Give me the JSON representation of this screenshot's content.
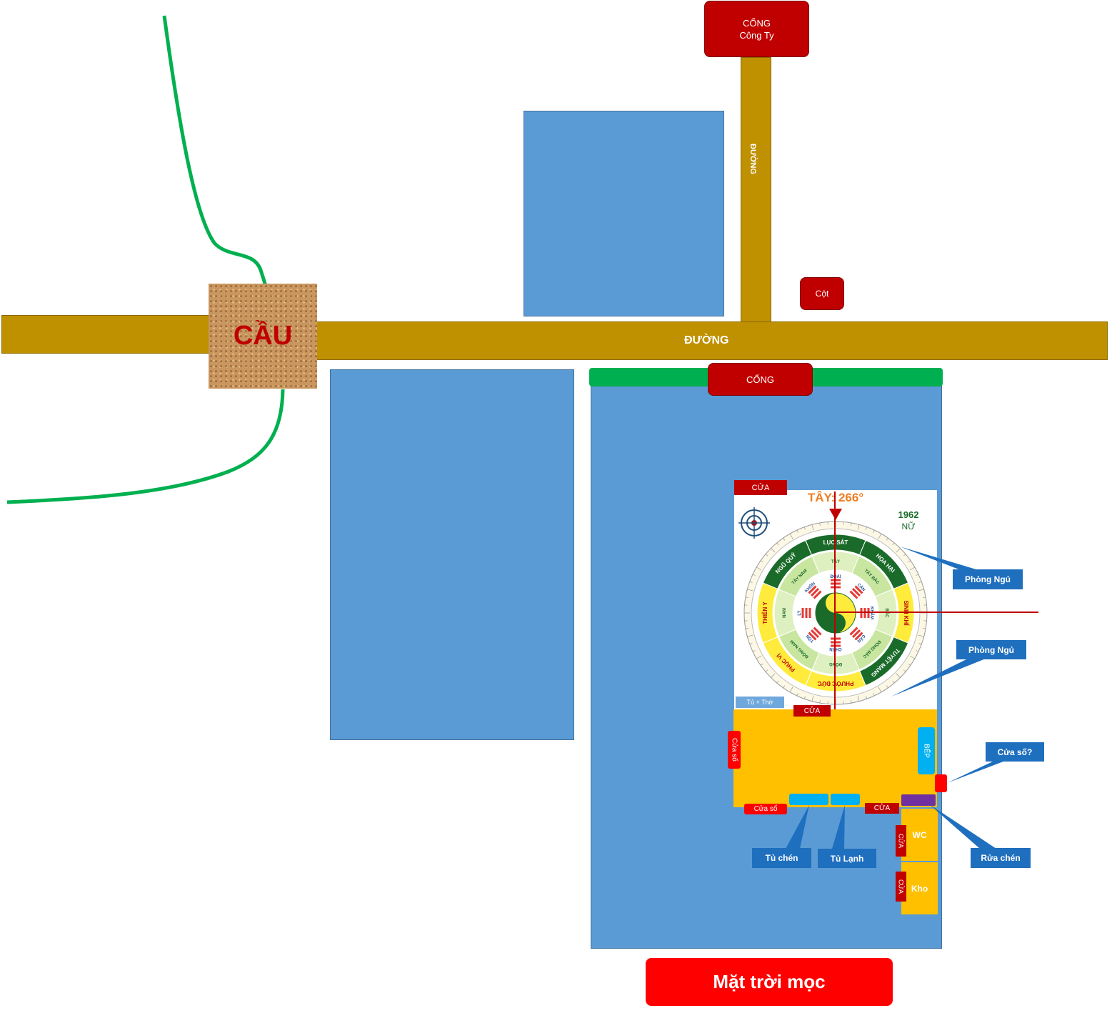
{
  "gate_company": {
    "line1": "CỔNG",
    "line2": "Công Ty"
  },
  "road_vertical_label": "ĐƯỜNG",
  "road_main_label": "ĐƯỜNG",
  "bridge_label": "CẦU",
  "pillar_label": "Cột",
  "gate_main_label": "CỔNG",
  "sunrise_label": "Mặt trời mọc",
  "compass": {
    "heading": "TÂY: 266°",
    "birth_year": "1962",
    "gender": "NỮ",
    "sectors": [
      "LỤC SÁT",
      "HỌA HẠI",
      "SINH KHÍ",
      "TUYỆT MẠNG",
      "PHƯỚC ĐỨC",
      "PHỤC VỊ",
      "THIÊN Y",
      "NGŨ QUỶ"
    ],
    "trigrams": [
      "ĐOÀI",
      "CÀN",
      "KHẢM",
      "CẤN",
      "CHẤN",
      "TỐN",
      "LY",
      "KHÔN"
    ],
    "directions": [
      "TÂY",
      "TÂY BẮC",
      "BẮC",
      "ĐÔNG BẮC",
      "ĐÔNG",
      "ĐÔNG NAM",
      "NAM",
      "TÂY NAM"
    ]
  },
  "rooms": {
    "door_top": "CỬA",
    "altar_cabinet": "Tủ + Thờ",
    "door_kitchen": "CỬA",
    "window_left": "Cửa sổ",
    "window_bottom": "Cửa sổ",
    "stove": "BẾP",
    "door_bottom_right": "CỬA",
    "wc": "WC",
    "wc_door": "CỬA",
    "storage": "Kho",
    "storage_door": "CỬA"
  },
  "callouts": {
    "bedroom1": "Phòng Ngủ",
    "bedroom2": "Phòng Ngủ",
    "window_q": "Cửa số?",
    "dish_cabinet": "Tủ chén",
    "fridge": "Tủ Lạnh",
    "dish_washing": "Rửa chén"
  },
  "colors": {
    "road": "#bf9000",
    "block": "#5b9bd5",
    "gate": "#c00000",
    "kitchen": "#ffc000",
    "river": "#00b050",
    "callout": "#1f6fbf"
  }
}
